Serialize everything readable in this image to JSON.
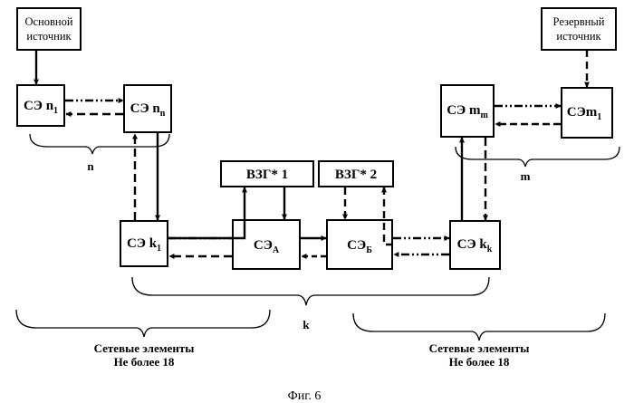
{
  "sources": {
    "main": [
      "Основной",
      "источник"
    ],
    "reserve": [
      "Резервный",
      "источник"
    ]
  },
  "nodes": {
    "n1": {
      "base": "СЭ n",
      "sub": "1"
    },
    "nn": {
      "base": "СЭ n",
      "sub": "n"
    },
    "k1": {
      "base": "СЭ k",
      "sub": "1"
    },
    "sa": {
      "base": "СЭ",
      "sub": "А"
    },
    "sb": {
      "base": "СЭ",
      "sub": "Б"
    },
    "kk": {
      "base": "СЭ k",
      "sub": "k"
    },
    "mm": {
      "base": "СЭ m",
      "sub": "m"
    },
    "m1": {
      "base": "СЭm",
      "sub": "1"
    }
  },
  "vzg": {
    "one": "ВЗГ* 1",
    "two": "ВЗГ* 2"
  },
  "brace_labels": {
    "n": "n",
    "m": "m",
    "k": "k"
  },
  "groups": {
    "left": [
      "Сетевые элементы",
      "Не более 18"
    ],
    "right": [
      "Сетевые элементы",
      "Не более 18"
    ]
  },
  "caption": "Фиг. 6"
}
